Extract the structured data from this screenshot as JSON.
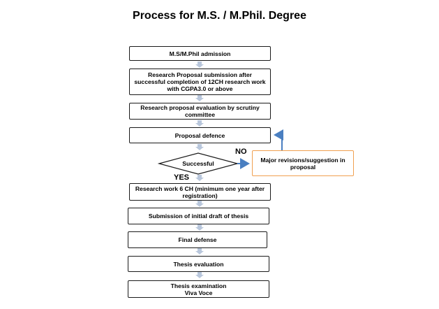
{
  "title": "Process for M.S. / M.Phil. Degree",
  "steps": {
    "admission": "M.S/M.Phil admission",
    "proposal_submission": "Research Proposal submission after successful completion of 12CH research work with CGPA3.0 or above",
    "proposal_evaluation": "Research proposal evaluation by scrutiny committee",
    "proposal_defence": "Proposal defence",
    "decision": "Successful",
    "research_work": "Research work 6 CH (minimum one year after registration)",
    "initial_draft": "Submission of initial draft of thesis",
    "final_defense": "Final defense",
    "thesis_evaluation": "Thesis evaluation",
    "thesis_examination_line1": "Thesis examination",
    "thesis_examination_line2": "Viva Voce"
  },
  "revision_box": "Major revisions/suggestion in proposal",
  "labels": {
    "no": "NO",
    "yes": "YES"
  },
  "colors": {
    "connector_arrow": "#b9c7dc",
    "feedback_arrow": "#4a7fc1",
    "revision_border": "#f0a050"
  }
}
